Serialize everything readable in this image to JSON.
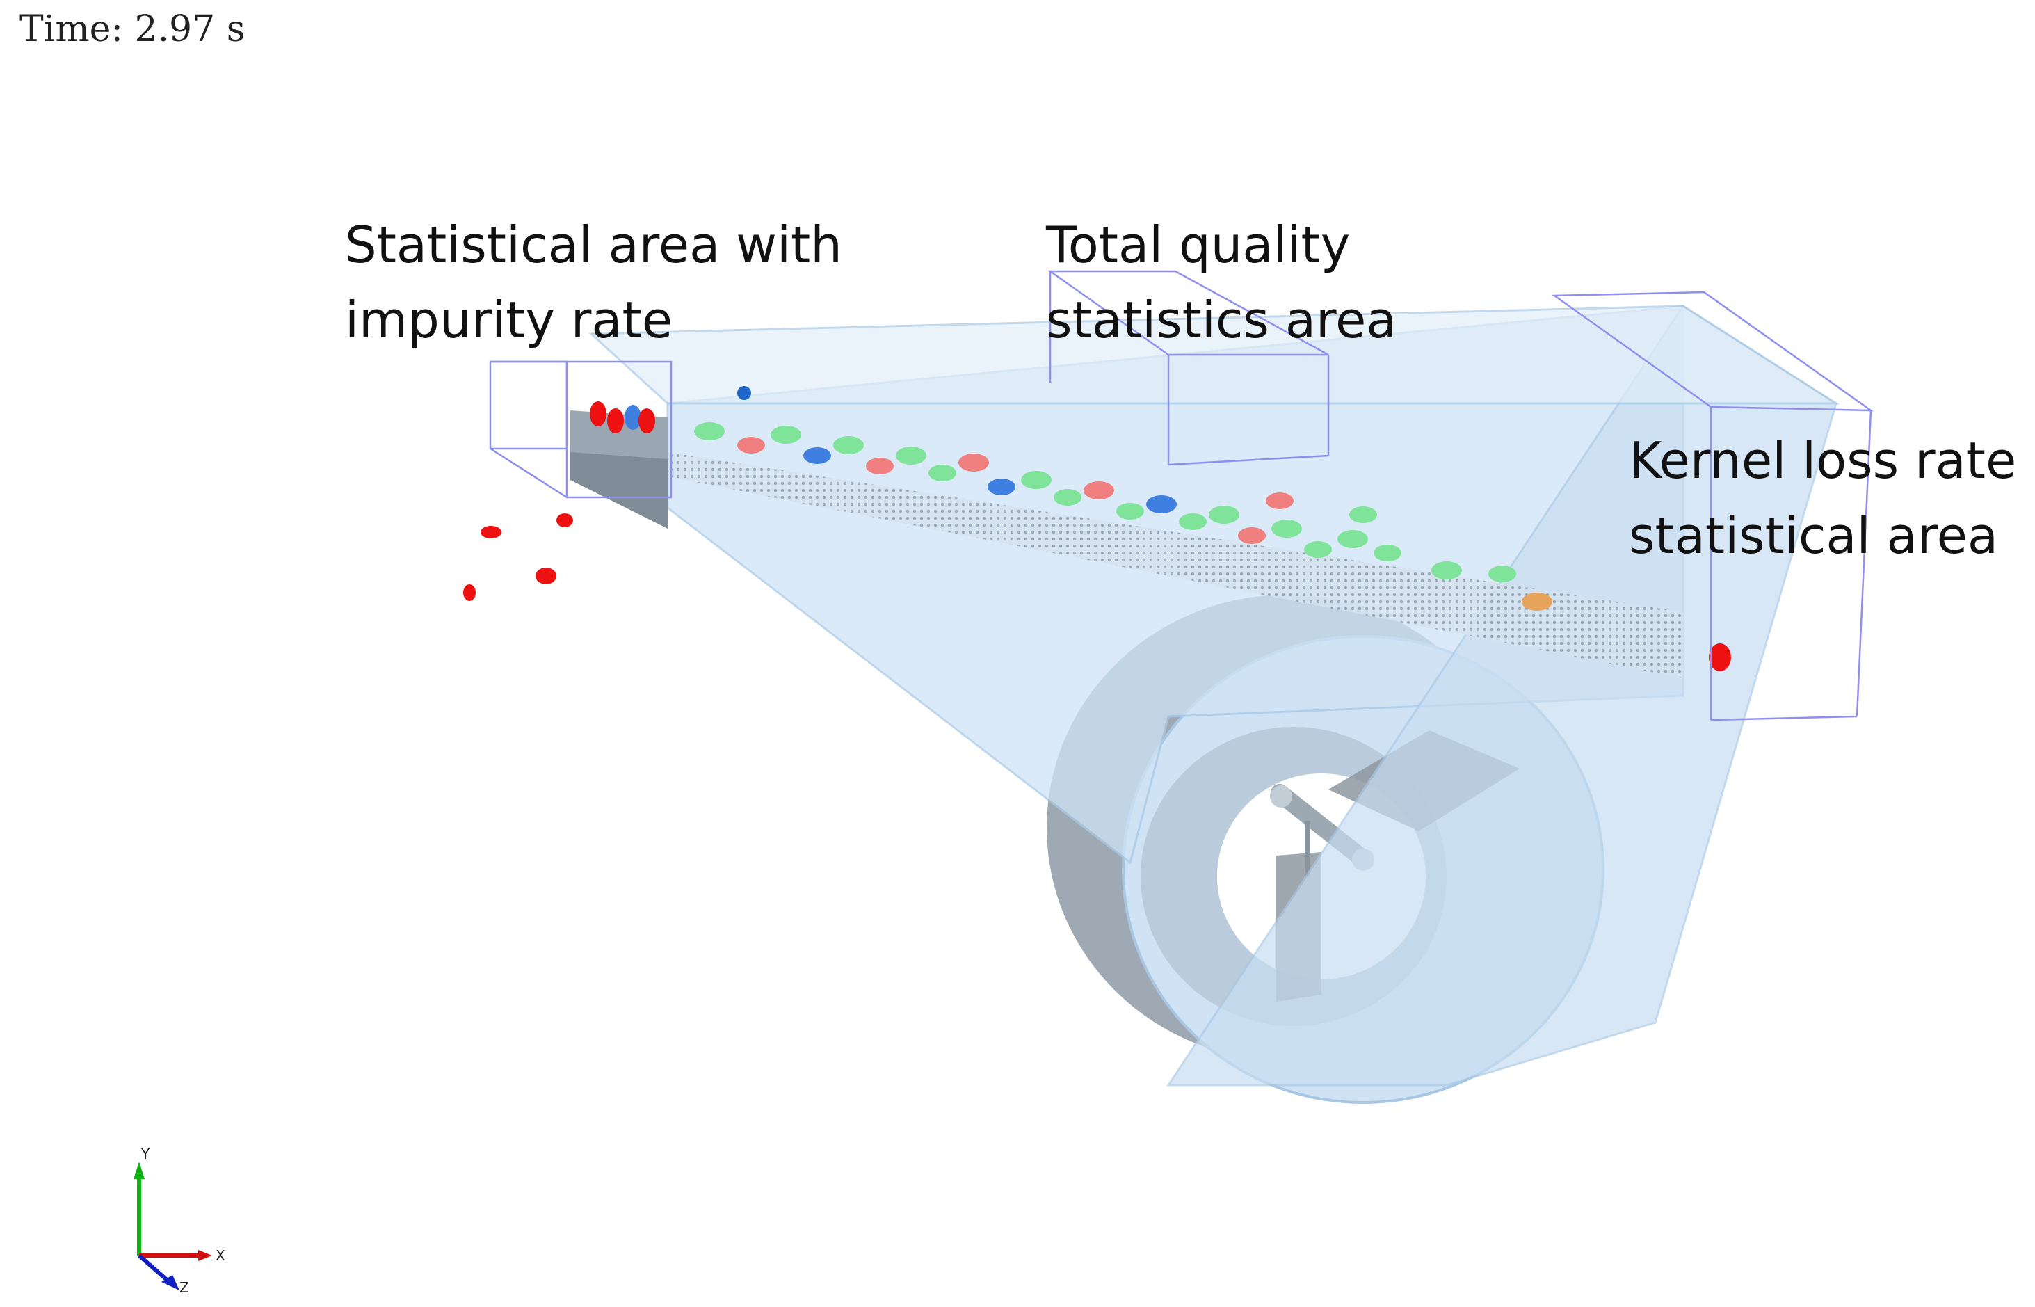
{
  "time_readout": "Time: 2.97 s",
  "callouts": {
    "impurity": {
      "line1": "Statistical area with",
      "line2": "impurity rate"
    },
    "total": {
      "line1": "Total quality",
      "line2": "statistics area"
    },
    "loss": {
      "line1": "Kernel loss rate",
      "line2": "statistical area"
    }
  },
  "axes": {
    "x": "X",
    "y": "Y",
    "z": "Z"
  },
  "colors": {
    "housing_fill": "#cfe4f6",
    "housing_stroke": "#9cc3e4",
    "housing_dark": "#8a99a6",
    "sieve": "#9aa8b8",
    "box_outline": "#8f8ff0",
    "particle_red": "#ee1111",
    "particle_green": "#7fe39a",
    "particle_blue": "#3f7fe0",
    "particle_pink": "#f08080",
    "particle_orange": "#e6a35a",
    "axis_x": "#d01010",
    "axis_y": "#10b010",
    "axis_z": "#1020c0"
  }
}
